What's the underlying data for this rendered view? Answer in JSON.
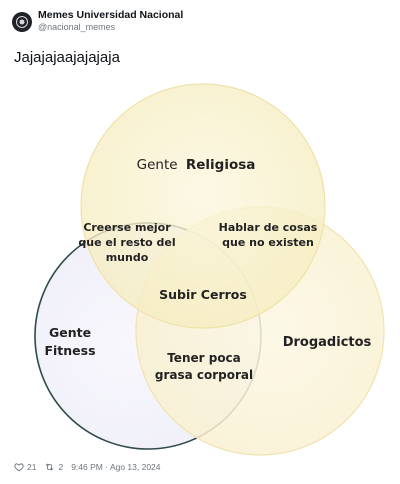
{
  "author": {
    "display_name": "Memes Universidad Nacional",
    "handle": "@nacional_memes"
  },
  "tweet": {
    "text": "Jajajajaajajajaja"
  },
  "venn": {
    "circle_top_prefix": "Gente",
    "circle_top_bold": "Religiosa",
    "circle_left_line1": "Gente",
    "circle_left_line2": "Fitness",
    "circle_right": "Drogadictos",
    "overlap_top_left_line1": "Creerse mejor",
    "overlap_top_left_line2": "que el resto del",
    "overlap_top_left_line3": "mundo",
    "overlap_top_right_line1": "Hablar de cosas",
    "overlap_top_right_line2": "que no existen",
    "overlap_center": "Subir Cerros",
    "overlap_bottom_line1": "Tener poca",
    "overlap_bottom_line2": "grasa corporal"
  },
  "footer": {
    "likes": "21",
    "reposts": "2",
    "timestamp": "9:46 PM · Ago 13, 2024"
  },
  "colors": {
    "circle_top_fill": "#f7efc4",
    "circle_left_fill": "#f3f1fb",
    "circle_left_stroke": "#2f4a4a",
    "circle_right_fill": "#fbf3d6",
    "muted_text": "#6e767d"
  }
}
